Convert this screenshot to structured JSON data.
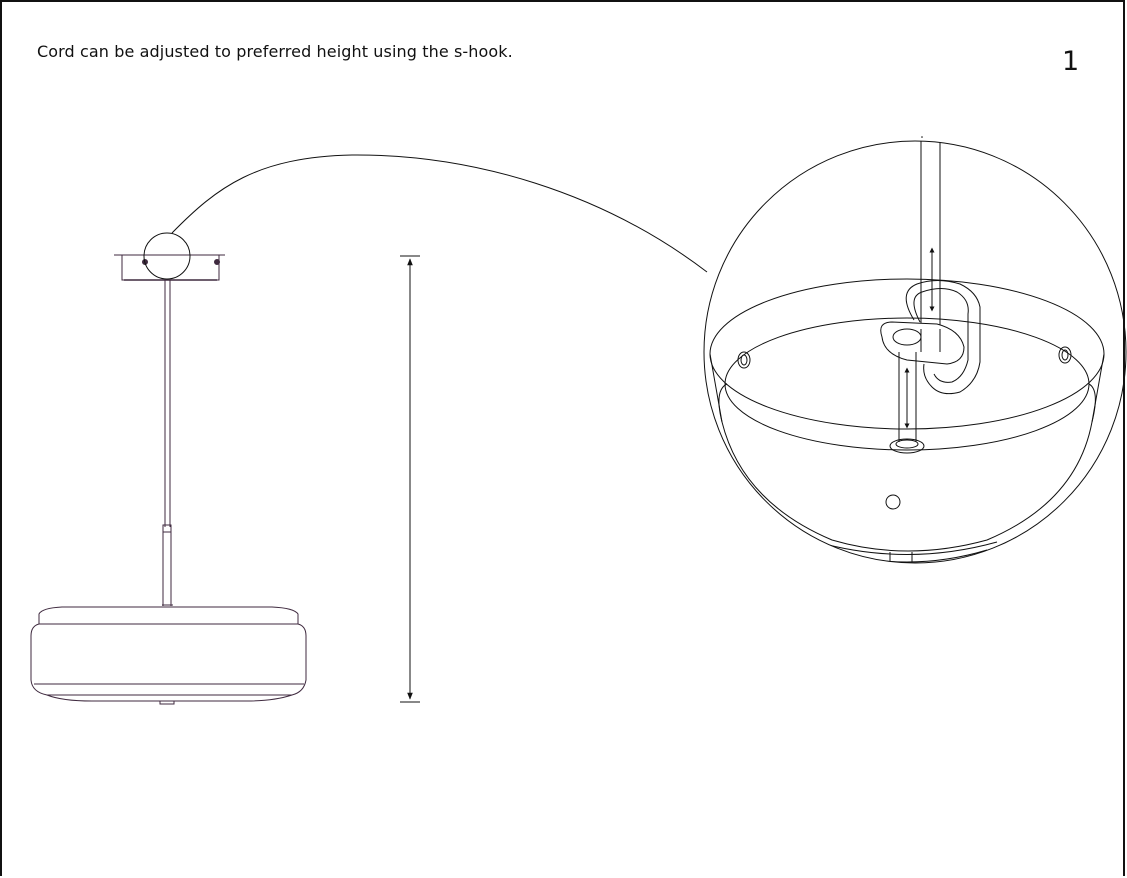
{
  "instruction": {
    "text": "Cord can be adjusted to preferred height using the s-hook."
  },
  "step": {
    "number": "1"
  },
  "colors": {
    "line": "#111111",
    "lamp_outline": "#3f2a3f",
    "background": "#ffffff"
  },
  "icons": {
    "pendant_lamp": "pendant-lamp-illustration",
    "height_dimension": "double-headed-vertical-arrow",
    "detail_callout": "magnified-detail-circle",
    "s_hook": "s-hook-detail"
  }
}
